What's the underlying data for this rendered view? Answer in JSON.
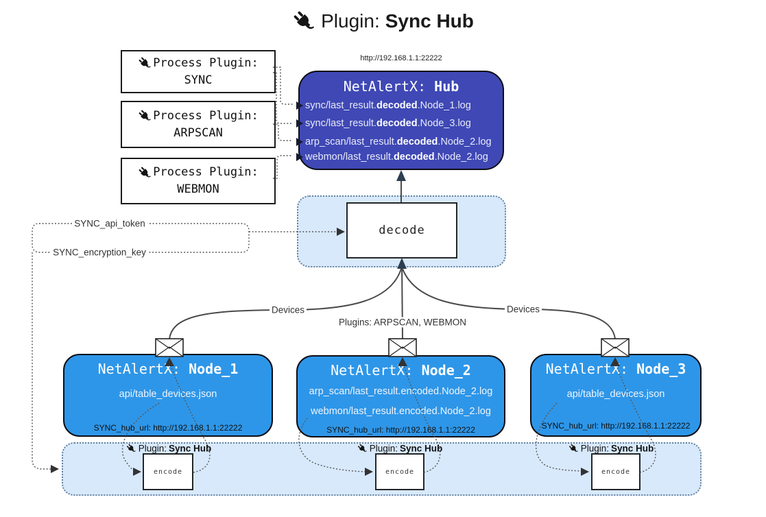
{
  "title": {
    "label": "Plugin: ",
    "name": "Sync Hub"
  },
  "process_plugins": [
    {
      "label": "Process Plugin:",
      "name": "SYNC"
    },
    {
      "label": "Process Plugin:",
      "name": "ARPSCAN"
    },
    {
      "label": "Process Plugin:",
      "name": "WEBMON"
    }
  ],
  "hub": {
    "url": "http://192.168.1.1:22222",
    "title": "NetAlertX: ",
    "name": "Hub",
    "lines": [
      {
        "pre": "sync/last_result.",
        "mid": "decoded",
        "post": ".Node_1.log"
      },
      {
        "pre": "sync/last_result.",
        "mid": "decoded",
        "post": ".Node_3.log"
      },
      {
        "pre": "arp_scan/last_result.",
        "mid": "decoded",
        "post": ".Node_2.log"
      },
      {
        "pre": "webmon/last_result.",
        "mid": "decoded",
        "post": ".Node_2.log"
      }
    ]
  },
  "decode_label": "decode",
  "labels": {
    "api_token": "SYNC_api_token",
    "encryption_key": "SYNC_encryption_key",
    "devices_left": "Devices",
    "devices_right": "Devices",
    "plugins_mid": "Plugins: ARPSCAN, WEBMON"
  },
  "nodes": [
    {
      "title": "NetAlertX: ",
      "name": "Node_1",
      "lines": [
        "api/table_devices.json"
      ],
      "footer": "SYNC_hub_url: http://192.168.1.1:22222"
    },
    {
      "title": "NetAlertX: ",
      "name": "Node_2",
      "lines": [
        "arp_scan/last_result.encoded.Node_2.log",
        "webmon/last_result.encoded.Node_2.log"
      ],
      "footer": "SYNC_hub_url: http://192.168.1.1:22222"
    },
    {
      "title": "NetAlertX: ",
      "name": "Node_3",
      "lines": [
        "api/table_devices.json"
      ],
      "footer": "SYNC_hub_url: http://192.168.1.1:22222"
    }
  ],
  "encoders": [
    {
      "label": "Plugin: ",
      "name": "Sync Hub",
      "box": "encode"
    },
    {
      "label": "Plugin: ",
      "name": "Sync Hub",
      "box": "encode"
    },
    {
      "label": "Plugin: ",
      "name": "Sync Hub",
      "box": "encode"
    }
  ],
  "colors": {
    "hub_fill": "#3f48b5",
    "node_fill": "#2e96e8",
    "container_fill": "#d8e9fb"
  }
}
